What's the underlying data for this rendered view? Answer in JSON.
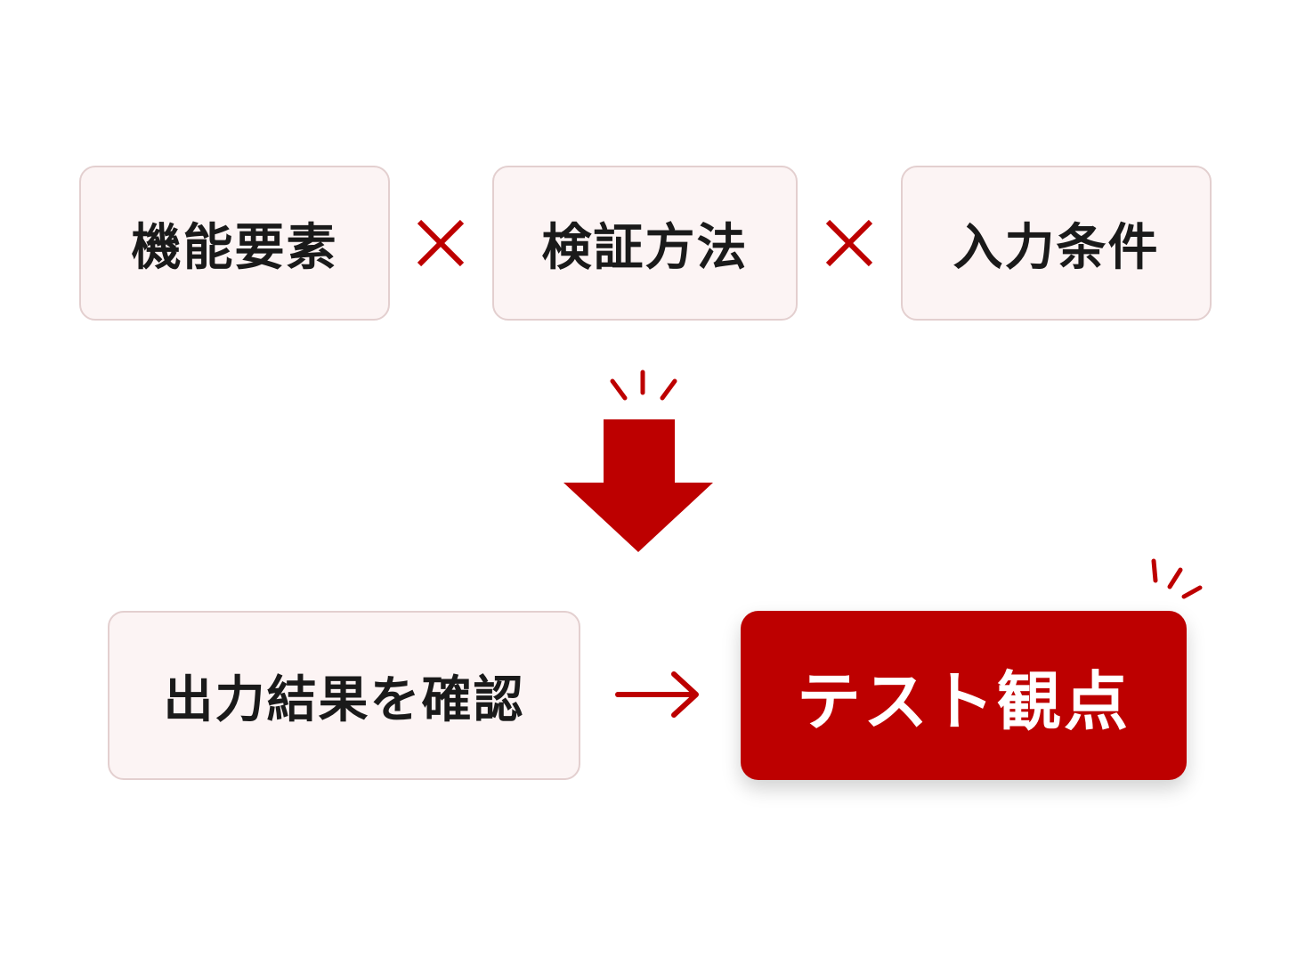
{
  "factors": [
    {
      "label": "機能要素"
    },
    {
      "label": "検証方法"
    },
    {
      "label": "入力条件"
    }
  ],
  "check_step": {
    "label": "出力結果を確認"
  },
  "result": {
    "label": "テスト観点"
  },
  "colors": {
    "accent": "#bd0000",
    "box_fill": "#fcf4f4",
    "box_border": "#e3cfcf",
    "text": "#1a1a1a"
  },
  "icons": {
    "multiply": "multiply-icon",
    "down_arrow": "down-arrow-icon",
    "right_arrow": "right-arrow-icon",
    "emphasis": "emphasis-lines-icon"
  }
}
